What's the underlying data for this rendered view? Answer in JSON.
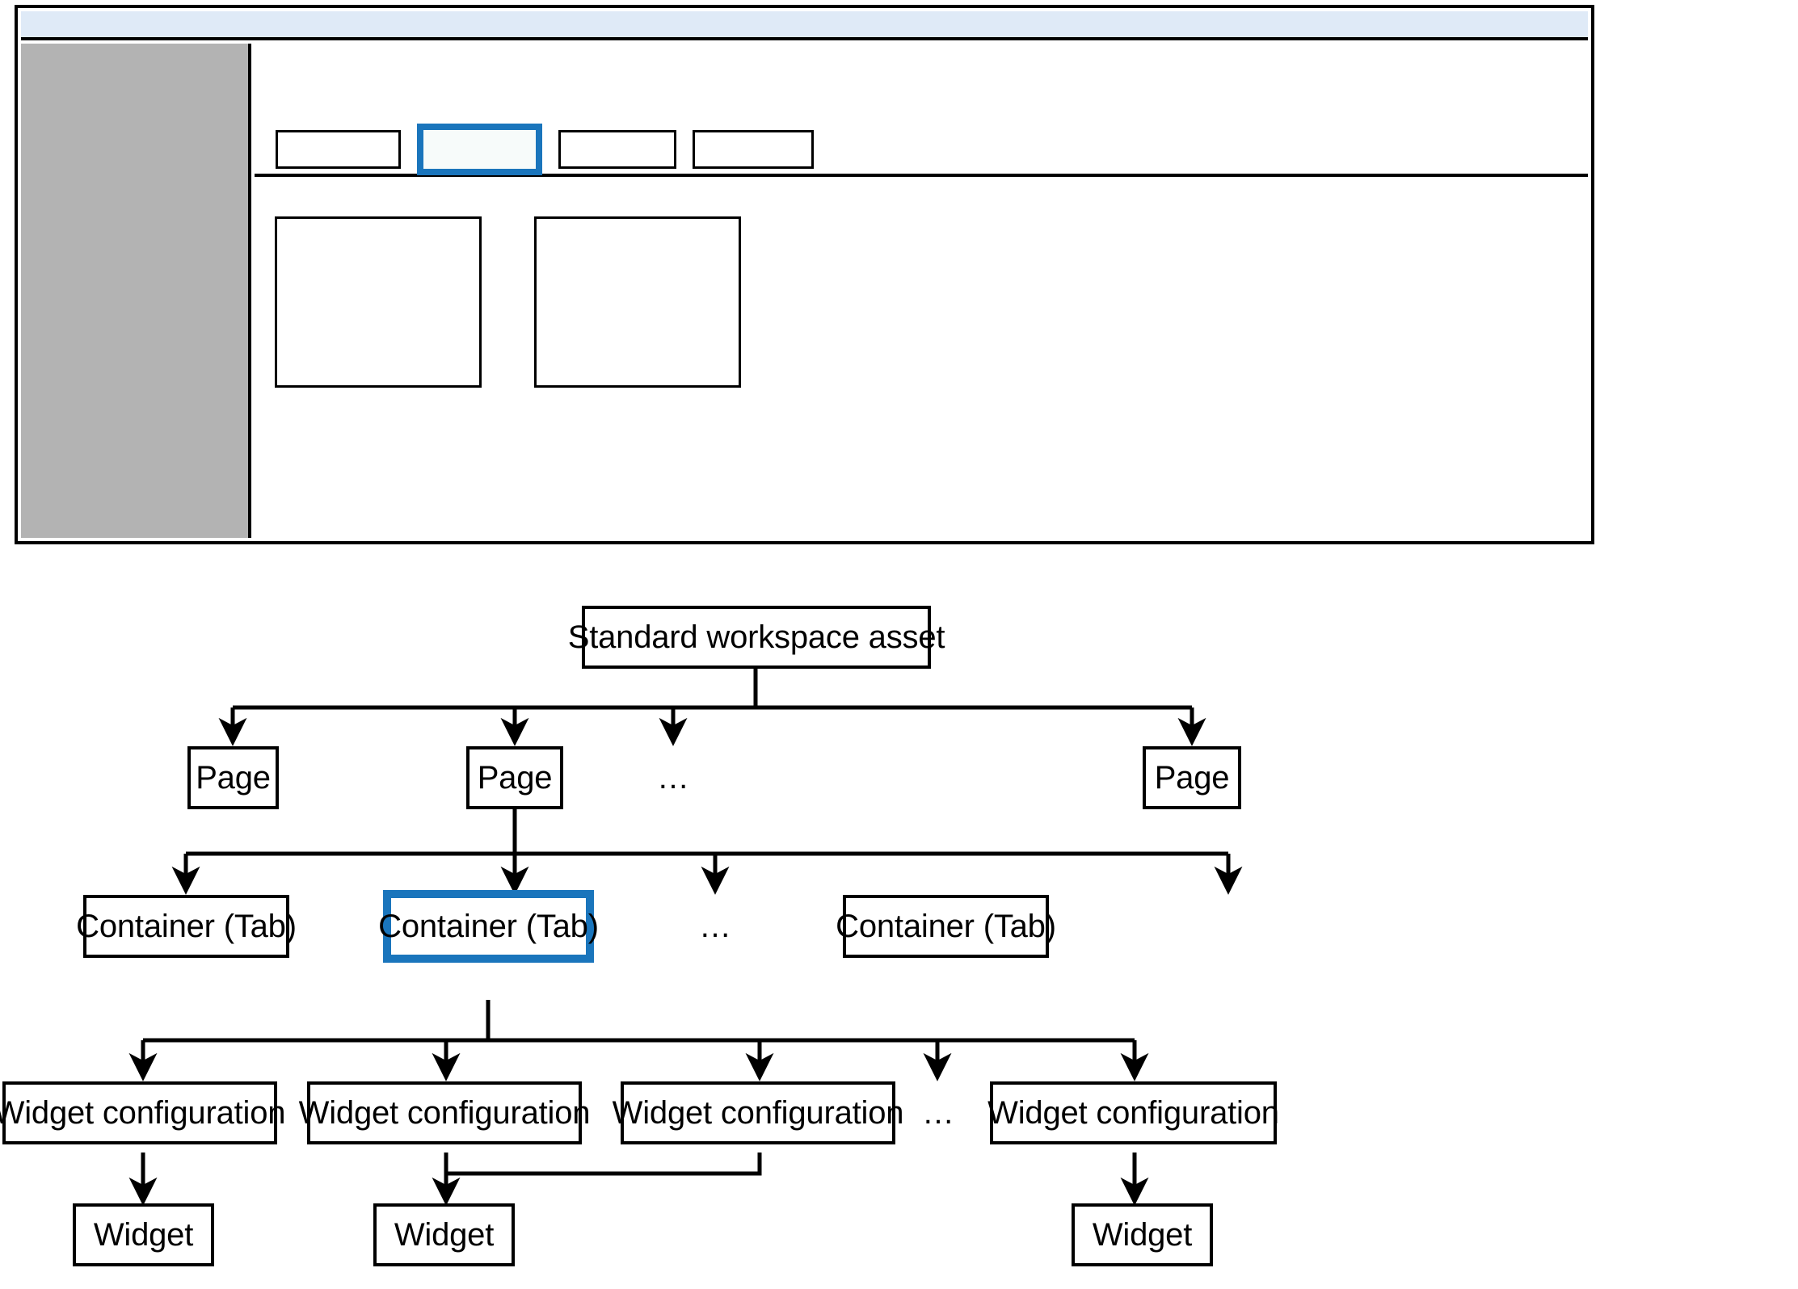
{
  "mockup": {
    "name": "workspace-wireframe",
    "titlebar_color": "#dfeaf7",
    "sidebar_color": "#b3b3b3",
    "highlight_color": "#1a75bc",
    "tabs": [
      {
        "name": "tab-1",
        "label": ""
      },
      {
        "name": "tab-2-selected",
        "label": "",
        "selected": true
      },
      {
        "name": "tab-3",
        "label": ""
      },
      {
        "name": "tab-4",
        "label": ""
      }
    ],
    "widgets": [
      {
        "name": "widget-placeholder-1",
        "label": ""
      },
      {
        "name": "widget-placeholder-2",
        "label": ""
      }
    ]
  },
  "tree": {
    "root": {
      "label": "Standard workspace asset"
    },
    "pages": [
      {
        "label": "Page"
      },
      {
        "label": "Page"
      },
      {
        "label": "…"
      },
      {
        "label": "Page"
      }
    ],
    "containers": [
      {
        "label": "Container (Tab)"
      },
      {
        "label": "Container (Tab)",
        "selected": true
      },
      {
        "label": "…"
      },
      {
        "label": "Container (Tab)"
      }
    ],
    "widget_configs": [
      {
        "label": "Widget configuration"
      },
      {
        "label": "Widget configuration"
      },
      {
        "label": "Widget configuration"
      },
      {
        "label": "…"
      },
      {
        "label": "Widget configuration"
      }
    ],
    "widgets": [
      {
        "label": "Widget"
      },
      {
        "label": "Widget"
      },
      {
        "label": "Widget"
      }
    ],
    "ellipsis": "…",
    "highlight_color": "#1a75bc"
  }
}
